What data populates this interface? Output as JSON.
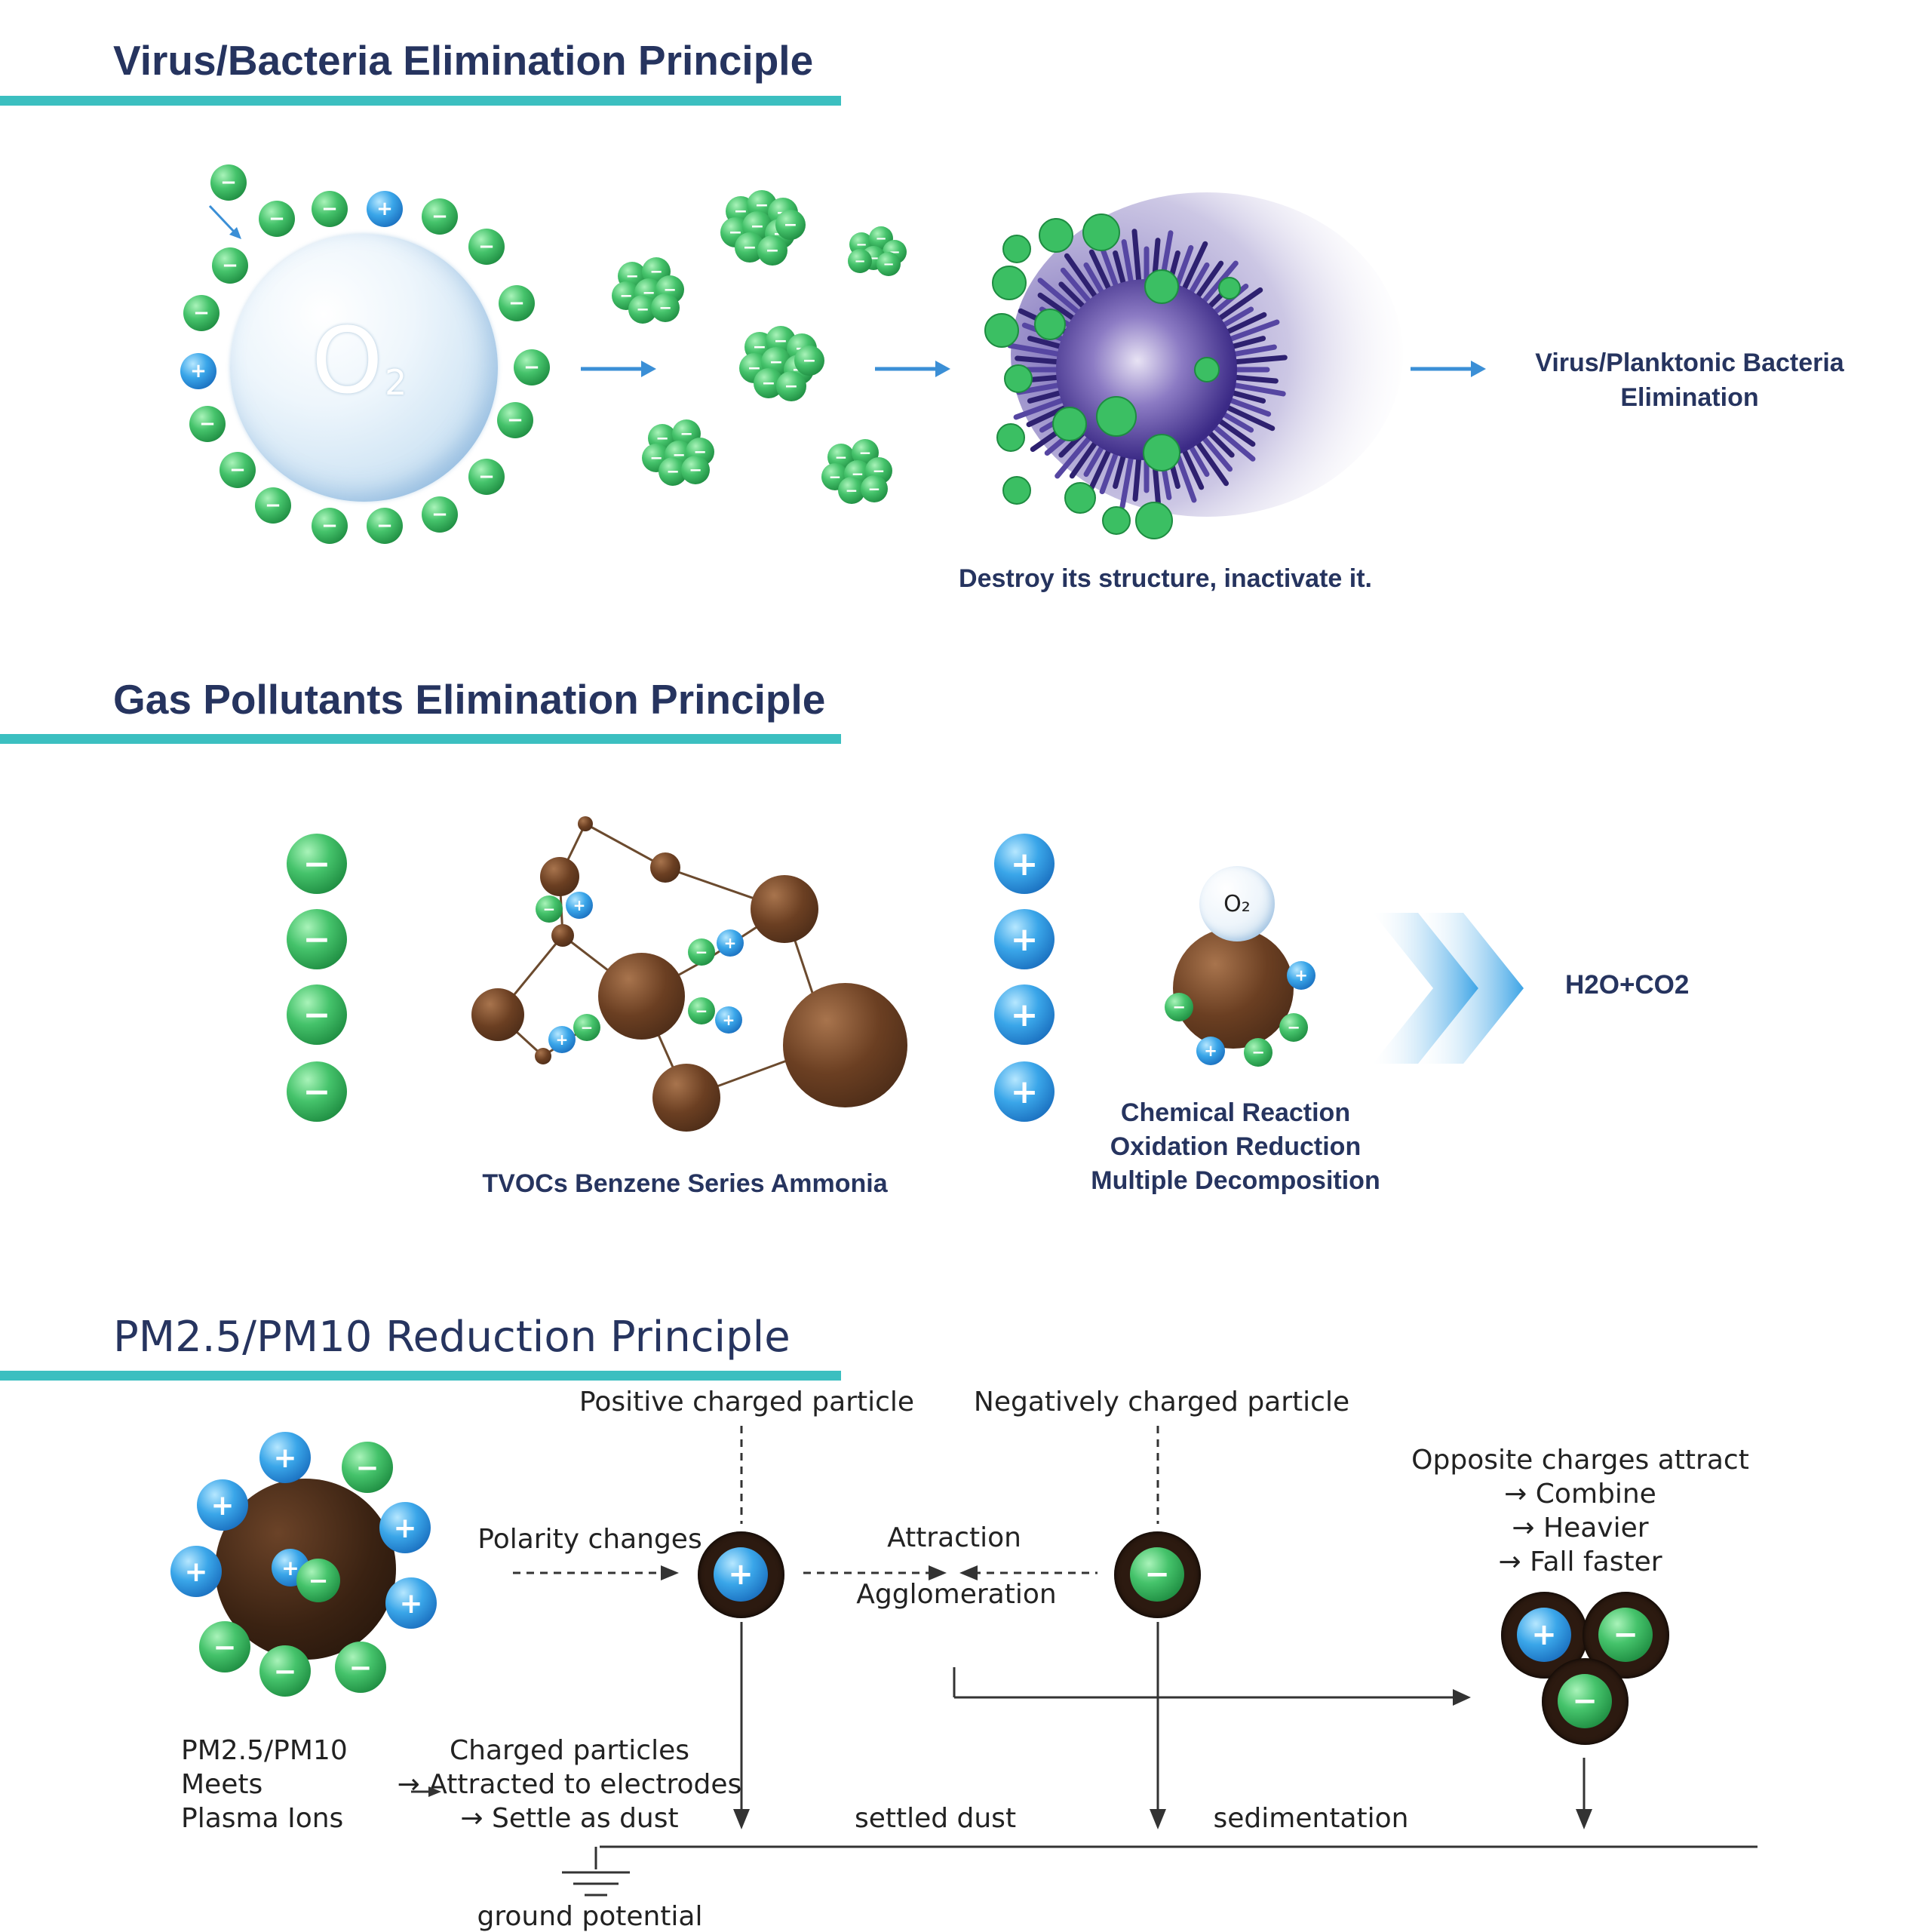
{
  "sections": {
    "virus": {
      "title": "Virus/Bacteria Elimination Principle",
      "bubble_text": "O",
      "bubble_sub": "2",
      "caption": "Destroy its structure, inactivate it.",
      "result": "Virus/Planktonic Bacteria Elimination"
    },
    "gas": {
      "title": "Gas Pollutants Elimination Principle",
      "molecule_caption": "TVOCs Benzene Series Ammonia",
      "reaction_lines": [
        "Chemical Reaction",
        "Oxidation Reduction",
        "Multiple Decomposition"
      ],
      "o2_label": "O₂",
      "result": "H2O+CO2"
    },
    "pm": {
      "title": "PM2.5/PM10 Reduction Principle",
      "positive_label": "Positive charged particle",
      "negative_label": "Negatively charged particle",
      "polarity_label": "Polarity changes",
      "attraction_label": "Attraction",
      "agglomeration_label": "Agglomeration",
      "opposite_lines": [
        "Opposite charges attract",
        "→ Combine",
        "→ Heavier",
        "→ Fall faster"
      ],
      "meets_lines": [
        "PM2.5/PM10",
        "Meets",
        "Plasma Ions"
      ],
      "charged_lines": [
        "Charged particles",
        "→ Attracted to electrodes",
        "→ Settle as dust"
      ],
      "settled_label": "settled dust",
      "sedimentation_label": "sedimentation",
      "ground_label": "ground potential"
    }
  },
  "symbols": {
    "minus": "−",
    "plus": "+"
  },
  "colors": {
    "title": "#26345f",
    "accent_line": "#3bbfc0",
    "arrow": "#3b8fd6",
    "neg_ion": "#2faa55",
    "pos_ion": "#2a8de0",
    "dust": "#6b3f22"
  }
}
